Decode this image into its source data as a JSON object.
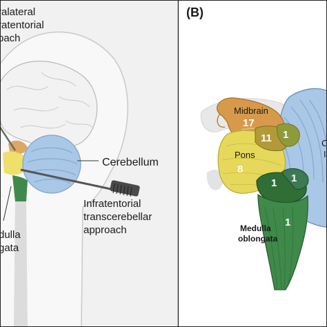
{
  "panel_a": {
    "approach_top": [
      "ralateral",
      "ratentorial",
      "bach"
    ],
    "cerebellum": "Cerebellum",
    "approach_bottom": [
      "Infratentorial",
      "transcerebellar",
      "approach"
    ],
    "medulla": [
      "dulla",
      "gata"
    ]
  },
  "panel_b": {
    "label": "(B)",
    "midbrain": {
      "name": "Midbrain",
      "count_main": "17",
      "count_junction": "11",
      "count_side": "1"
    },
    "pons": {
      "name": "Pons",
      "count": "8"
    },
    "junction": {
      "left": "1",
      "right": "1"
    },
    "medulla": {
      "name": [
        "Medulla",
        "oblongata"
      ],
      "count": "1"
    },
    "cerebellum_cut": [
      "C",
      "I"
    ]
  },
  "colors": {
    "panel_a_bg": "#f1f1f1",
    "midbrain": "#d79a4a",
    "pons": "#e6d85a",
    "medulla": "#2f7a3a",
    "cerebellum": "#a9c7e6"
  }
}
